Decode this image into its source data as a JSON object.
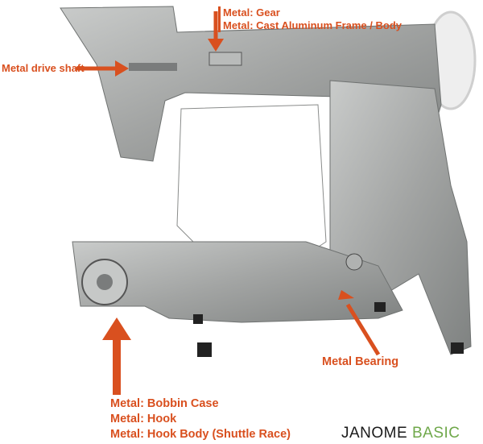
{
  "labels": {
    "gear": "Metal: Gear",
    "frame": "Metal: Cast Aluminum Frame / Body",
    "drive_shaft": "Metal drive shaft",
    "bearing": "Metal Bearing",
    "bobbin_case": "Metal: Bobbin Case",
    "hook": "Metal: Hook",
    "hook_body": "Metal: Hook Body (Shuttle Race)"
  },
  "brand": {
    "name": "JANOME",
    "line": "BASIC"
  },
  "colors": {
    "accent": "#d9501f",
    "brand_green": "#6fa84a",
    "metal": "#a9abab"
  }
}
